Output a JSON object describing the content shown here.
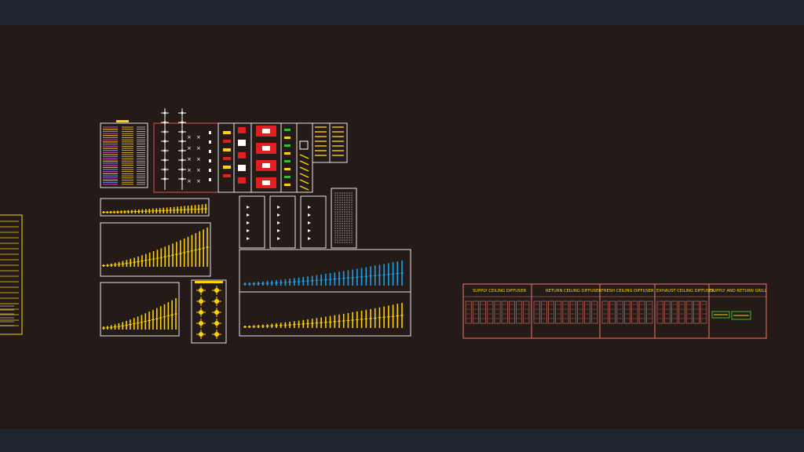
{
  "app": {
    "colors": {
      "background": "#241b18",
      "chrome": "#1c2530",
      "frame": "#e6e6e6",
      "yellow": "#ffd200",
      "cyan": "#1aa3e8",
      "red": "#e02020",
      "salmon": "#e8786a",
      "magenta": "#e040c0",
      "green": "#30c030"
    }
  },
  "legend": {
    "headers": [
      "SUPPLY CEILING DIFFUSER",
      "RETURN CEILING DIFFUSER",
      "FRESH CEILING DIFFUSER",
      "EXHAUST CEILING DIFFUSER",
      "SUPPLY AND RETURN GRILL"
    ]
  }
}
